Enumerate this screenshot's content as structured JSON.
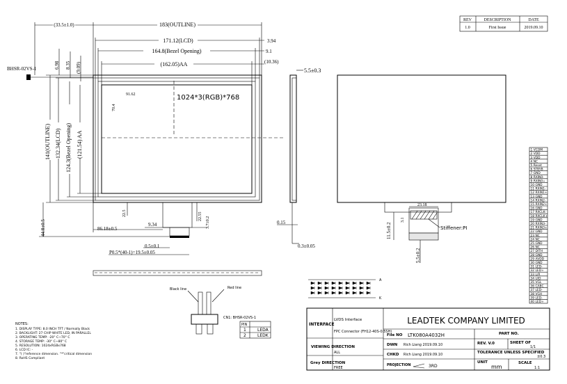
{
  "revision_table": {
    "headers": [
      "REV",
      "DESCRIPTION",
      "DATE"
    ],
    "row": {
      "rev": "1.0",
      "description": "First Issue",
      "date": "2019.09.10"
    }
  },
  "front_view": {
    "panel_title": "1024*3(RGB)*768",
    "dims": {
      "outline_w": "183(OUTLINE)",
      "lcd_w": "171.12(LCD)",
      "bezel_w": "164.8(Bezel Opening)",
      "aa_w": "(162.05)AA",
      "left_offset": "(33.5±1.0)",
      "right_394": "3.94",
      "right_91": "9.1",
      "right_1036": "(10.36)",
      "v_698": "6.98",
      "v_835": "8.35",
      "v_909": "(9.09)",
      "outline_h": "141(OUTLINE)",
      "lcd_h": "132.34(LCD)",
      "bezel_h": "124.3(Bezel Opening)",
      "aa_h": "(121.54) AA",
      "center_x": "91.62",
      "center_y": "70.4",
      "h_445": "44.8±0.5",
      "d_225": "22.5",
      "d_2255": "22.55",
      "d_8618": "86.18±0.5",
      "d_934": "9.34",
      "d_37": "3.7±0.2",
      "d_05": "0.5±0.1",
      "pitch": "P0.5*(40-1)=19.5±0.05",
      "connector_label": "BHSR-02VS-1"
    }
  },
  "side_view": {
    "thickness": "5.5±0.3",
    "d_015": "0.15",
    "d_03": "0.3±0.05"
  },
  "back_view": {
    "d_2318": "23.18",
    "d_31": "3.1",
    "d_115": "11.5±0.2",
    "d_55": "5.5±0.2",
    "stiffener": "Stiffener:PI"
  },
  "pin_table": [
    "1 VCOM",
    "2 VDD",
    "3 VDD",
    "4 NC",
    "5 Reset",
    "6 STBYB",
    "7 GND",
    "8 RXIN0-",
    "9 RXIN0+",
    "10 GND",
    "11 RXIN1-",
    "12 RXIN1+",
    "13 GND",
    "14 RXIN2-",
    "15 RXIN2+",
    "16 GND",
    "17 RXCLK-",
    "18 RXCLK+",
    "19 GND",
    "20 RXIN3-",
    "21 RXIN3+",
    "22 GND",
    "23 NC",
    "24 NC",
    "25 GND",
    "26 NC",
    "27 DITH",
    "28 GND",
    "29 AVDD",
    "30 GND",
    "31 LED-",
    "32 LED+",
    "33 L/R",
    "34 U/D",
    "35 VGL",
    "36 CABC",
    "37 LED-",
    "38 VGH",
    "39 LED-",
    "40 LED+"
  ],
  "led_labels": {
    "a": "A",
    "k": "K",
    "black_line": "Black line",
    "red_line": "Red line"
  },
  "led_connector": {
    "label": "CN1: BHSR-02VS-1",
    "header": "PIN",
    "rows": [
      {
        "pin": "1",
        "name": "LEDA"
      },
      {
        "pin": "2",
        "name": "LEDK"
      }
    ]
  },
  "notes": {
    "title": "NOTES:",
    "lines": [
      "1. DISPLAY TYPE: 8.0 INCH TFT / Normally Black",
      "2. BACKLIGHT: 27 CHIP WHITE LED, IN PARALLEL",
      "3. OPERATING TEMP: -20° C~70° C",
      "4. STORAGE TEMP: -30° C~80° C",
      "5. RESOLUTION: 1024xRGBx768",
      "6. LCD IC: -",
      "7. \"( )\"reference dimension. \"*\"critical dimension",
      "8. RoHS Compliant"
    ]
  },
  "title_block": {
    "interface_label": "INTERFACE",
    "interface_values": [
      "LVDS Interface",
      "FPC Connector (FH12-40S-0.5SH)"
    ],
    "viewing_label": "VIEWING DIRECTION",
    "viewing_value": "ALL",
    "grey_label": "Grey DIRECTION",
    "grey_value": "FREE",
    "company": "LEADTEK COMPANY LIMITED",
    "part_no_label": "PART NO.",
    "file_no_label": "File NO",
    "file_no": "LTK080A4032H",
    "dwn_label": "DWN",
    "dwn": "Rich Liang 2019.09.10",
    "chkd_label": "CHKD",
    "chkd": "Rich Liang 2019.09.10",
    "projection_label": "PROJECTION",
    "projection": "3RD",
    "rev_label": "REV. V.0",
    "sheet_label": "SHEET OF",
    "sheet": "1/1",
    "tol_label": "TOLERANCE UNLESS SPECIFIED",
    "tol": "±0.3",
    "unit_label": "UNIT",
    "unit": "mm",
    "scale_label": "SCALE",
    "scale": "1:1"
  }
}
